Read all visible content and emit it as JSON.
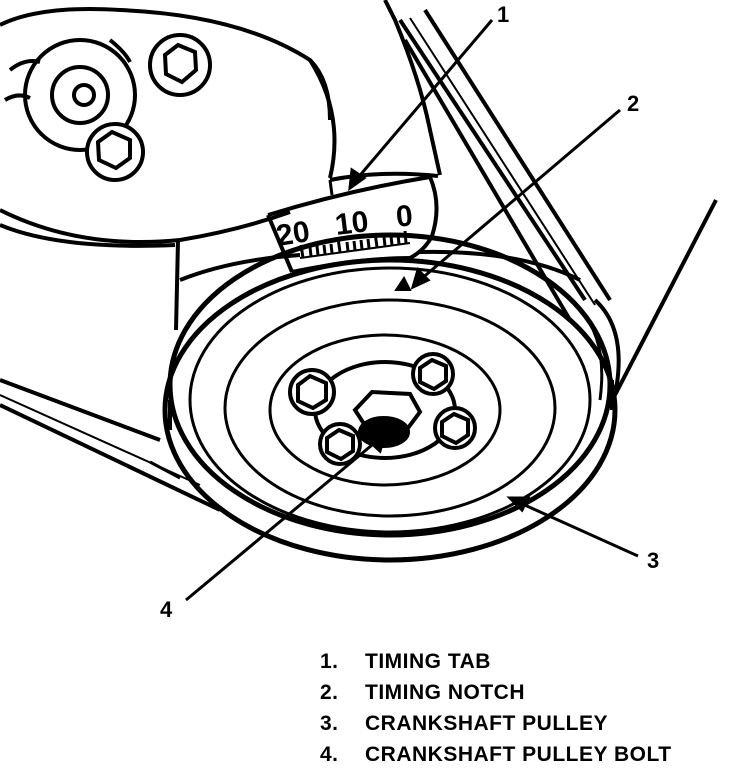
{
  "callouts": [
    "1",
    "2",
    "3",
    "4"
  ],
  "timing_scale": {
    "marks": [
      "20",
      "10",
      "0"
    ]
  },
  "legend": [
    {
      "number": "1.",
      "label": "TIMING TAB"
    },
    {
      "number": "2.",
      "label": "TIMING NOTCH"
    },
    {
      "number": "3.",
      "label": "CRANKSHAFT PULLEY"
    },
    {
      "number": "4.",
      "label": "CRANKSHAFT PULLEY BOLT"
    }
  ],
  "colors": {
    "ink": "#000000",
    "paper": "#ffffff"
  }
}
